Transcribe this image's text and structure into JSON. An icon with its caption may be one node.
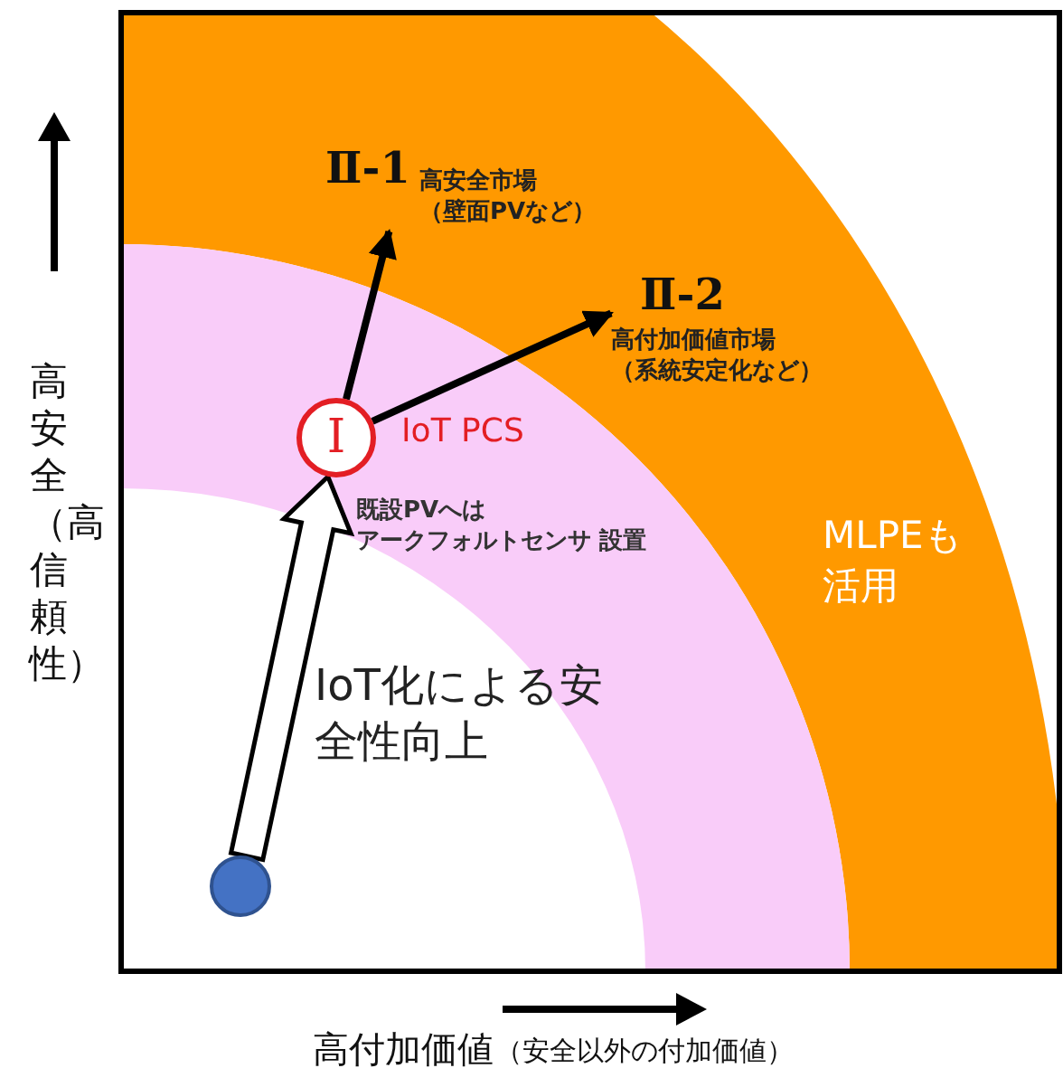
{
  "diagram": {
    "nodes": [
      {
        "text": [],
        "shape": "circle"
      },
      {
        "text": [
          "Ⅰ"
        ],
        "beside": [
          "IoT PCS"
        ]
      },
      {
        "text": [
          "Ⅱ-1",
          "高安全市場（壁面PVなど）"
        ]
      },
      {
        "text": [
          "Ⅱ-2",
          "高付加価値市場（系統安定化など）"
        ]
      }
    ],
    "edges": [
      {
        "from": 0,
        "to": 1,
        "arrow": "to",
        "label": "IoT化による安全性向上",
        "style": "thick"
      },
      {
        "from": 1,
        "to": 2,
        "arrow": "to"
      },
      {
        "from": 1,
        "to": 3,
        "arrow": "to"
      }
    ],
    "labels": [
      "高安全（高信頼性）",
      "既設PVへはアークフォルトセンサ 設置",
      "MLPEも活用",
      "高付加価値",
      "（安全以外の付加価値）"
    ]
  }
}
